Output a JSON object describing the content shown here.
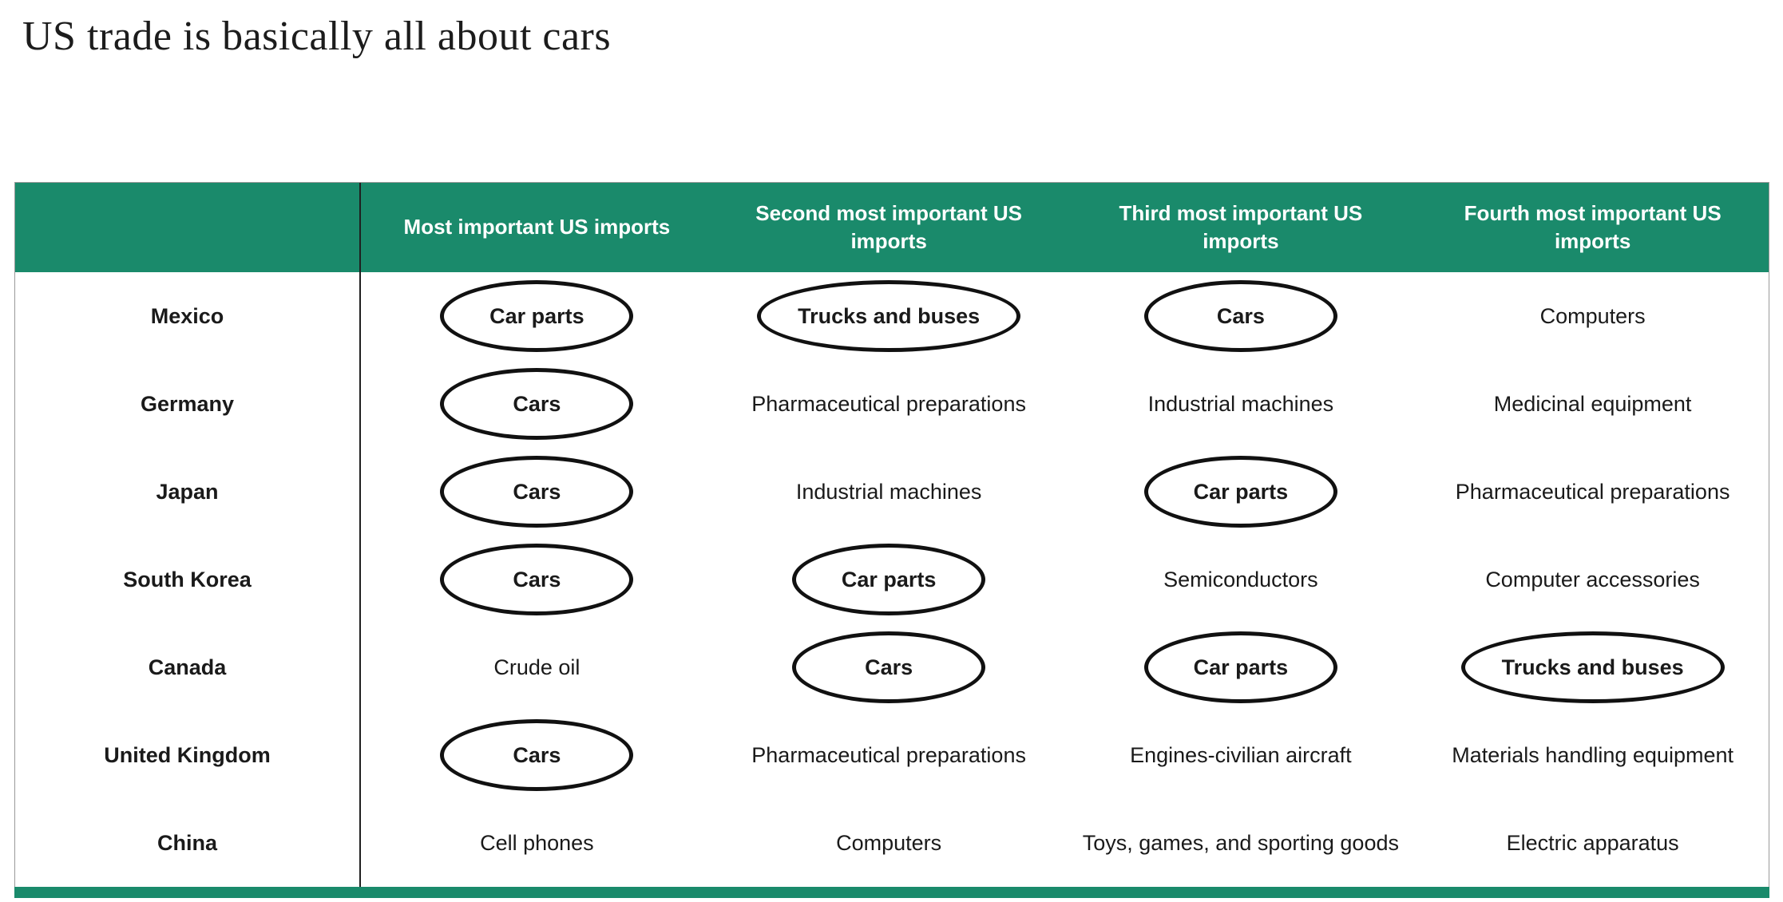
{
  "title": "US trade is basically all about cars",
  "colors": {
    "header_bg": "#1a8a6b",
    "ellipse_stroke": "#111111",
    "divider": "#1f1f1f",
    "outer_border": "#9a9a9a"
  },
  "chart_data": {
    "type": "table",
    "title": "US trade is basically all about cars",
    "columns": [
      "",
      "Most important US imports",
      "Second most important US imports",
      "Third most important US imports",
      "Fourth most important US imports"
    ],
    "rows": [
      {
        "country": "Mexico",
        "cells": [
          {
            "text": "Car parts",
            "circled": true
          },
          {
            "text": "Trucks and buses",
            "circled": true
          },
          {
            "text": "Cars",
            "circled": true
          },
          {
            "text": "Computers",
            "circled": false
          }
        ]
      },
      {
        "country": "Germany",
        "cells": [
          {
            "text": "Cars",
            "circled": true
          },
          {
            "text": "Pharmaceutical preparations",
            "circled": false
          },
          {
            "text": "Industrial machines",
            "circled": false
          },
          {
            "text": "Medicinal equipment",
            "circled": false
          }
        ]
      },
      {
        "country": "Japan",
        "cells": [
          {
            "text": "Cars",
            "circled": true
          },
          {
            "text": "Industrial machines",
            "circled": false
          },
          {
            "text": "Car parts",
            "circled": true
          },
          {
            "text": "Pharmaceutical preparations",
            "circled": false
          }
        ]
      },
      {
        "country": "South Korea",
        "cells": [
          {
            "text": "Cars",
            "circled": true
          },
          {
            "text": "Car parts",
            "circled": true
          },
          {
            "text": "Semiconductors",
            "circled": false
          },
          {
            "text": "Computer accessories",
            "circled": false
          }
        ]
      },
      {
        "country": "Canada",
        "cells": [
          {
            "text": "Crude oil",
            "circled": false
          },
          {
            "text": "Cars",
            "circled": true
          },
          {
            "text": "Car parts",
            "circled": true
          },
          {
            "text": "Trucks and buses",
            "circled": true
          }
        ]
      },
      {
        "country": "United Kingdom",
        "cells": [
          {
            "text": "Cars",
            "circled": true
          },
          {
            "text": "Pharmaceutical preparations",
            "circled": false
          },
          {
            "text": "Engines-civilian aircraft",
            "circled": false
          },
          {
            "text": "Materials handling equipment",
            "circled": false
          }
        ]
      },
      {
        "country": "China",
        "cells": [
          {
            "text": "Cell phones",
            "circled": false
          },
          {
            "text": "Computers",
            "circled": false
          },
          {
            "text": "Toys, games, and sporting goods",
            "circled": false
          },
          {
            "text": "Electric apparatus",
            "circled": false
          }
        ]
      }
    ]
  }
}
